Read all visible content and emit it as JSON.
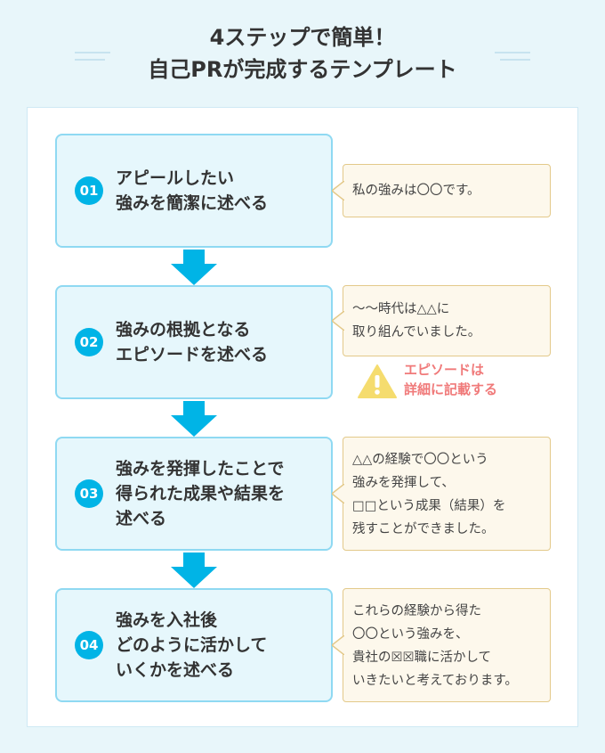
{
  "header": {
    "title_line1": "4ステップで簡単！",
    "title_line2": "自己PRが完成するテンプレート"
  },
  "steps": [
    {
      "number": "01",
      "lines": [
        "アピールしたい",
        "強みを簡潔に述べる"
      ]
    },
    {
      "number": "02",
      "lines": [
        "強みの根拠となる",
        "エピソードを述べる"
      ]
    },
    {
      "number": "03",
      "lines": [
        "強みを発揮したことで",
        "得られた成果や結果を",
        "述べる"
      ]
    },
    {
      "number": "04",
      "lines": [
        "強みを入社後",
        "どのように活かして",
        "いくかを述べる"
      ]
    }
  ],
  "examples": [
    {
      "lines": [
        "私の強みは〇〇です。"
      ]
    },
    {
      "lines": [
        "〜〜時代は△△に",
        "取り組んでいました。"
      ]
    },
    {
      "lines": [
        "△△の経験で〇〇という",
        "強みを発揮して、",
        "□□という成果（結果）を",
        "残すことができました。"
      ]
    },
    {
      "lines": [
        "これらの経験から得た",
        "〇〇という強みを、",
        "貴社の☒☒職に活かして",
        "いきたいと考えております。"
      ]
    }
  ],
  "warning": {
    "icon": "warning-icon",
    "lines": [
      "エピソードは",
      "詳細に記載する"
    ]
  },
  "colors": {
    "accent": "#00b4e6",
    "step_bg": "#e6f7fc",
    "step_border": "#8fd9f2",
    "bubble_bg": "#fdf8ec",
    "bubble_border": "#e3c98a",
    "warning_text": "#f07a7a",
    "warning_icon": "#f5dc6e"
  }
}
